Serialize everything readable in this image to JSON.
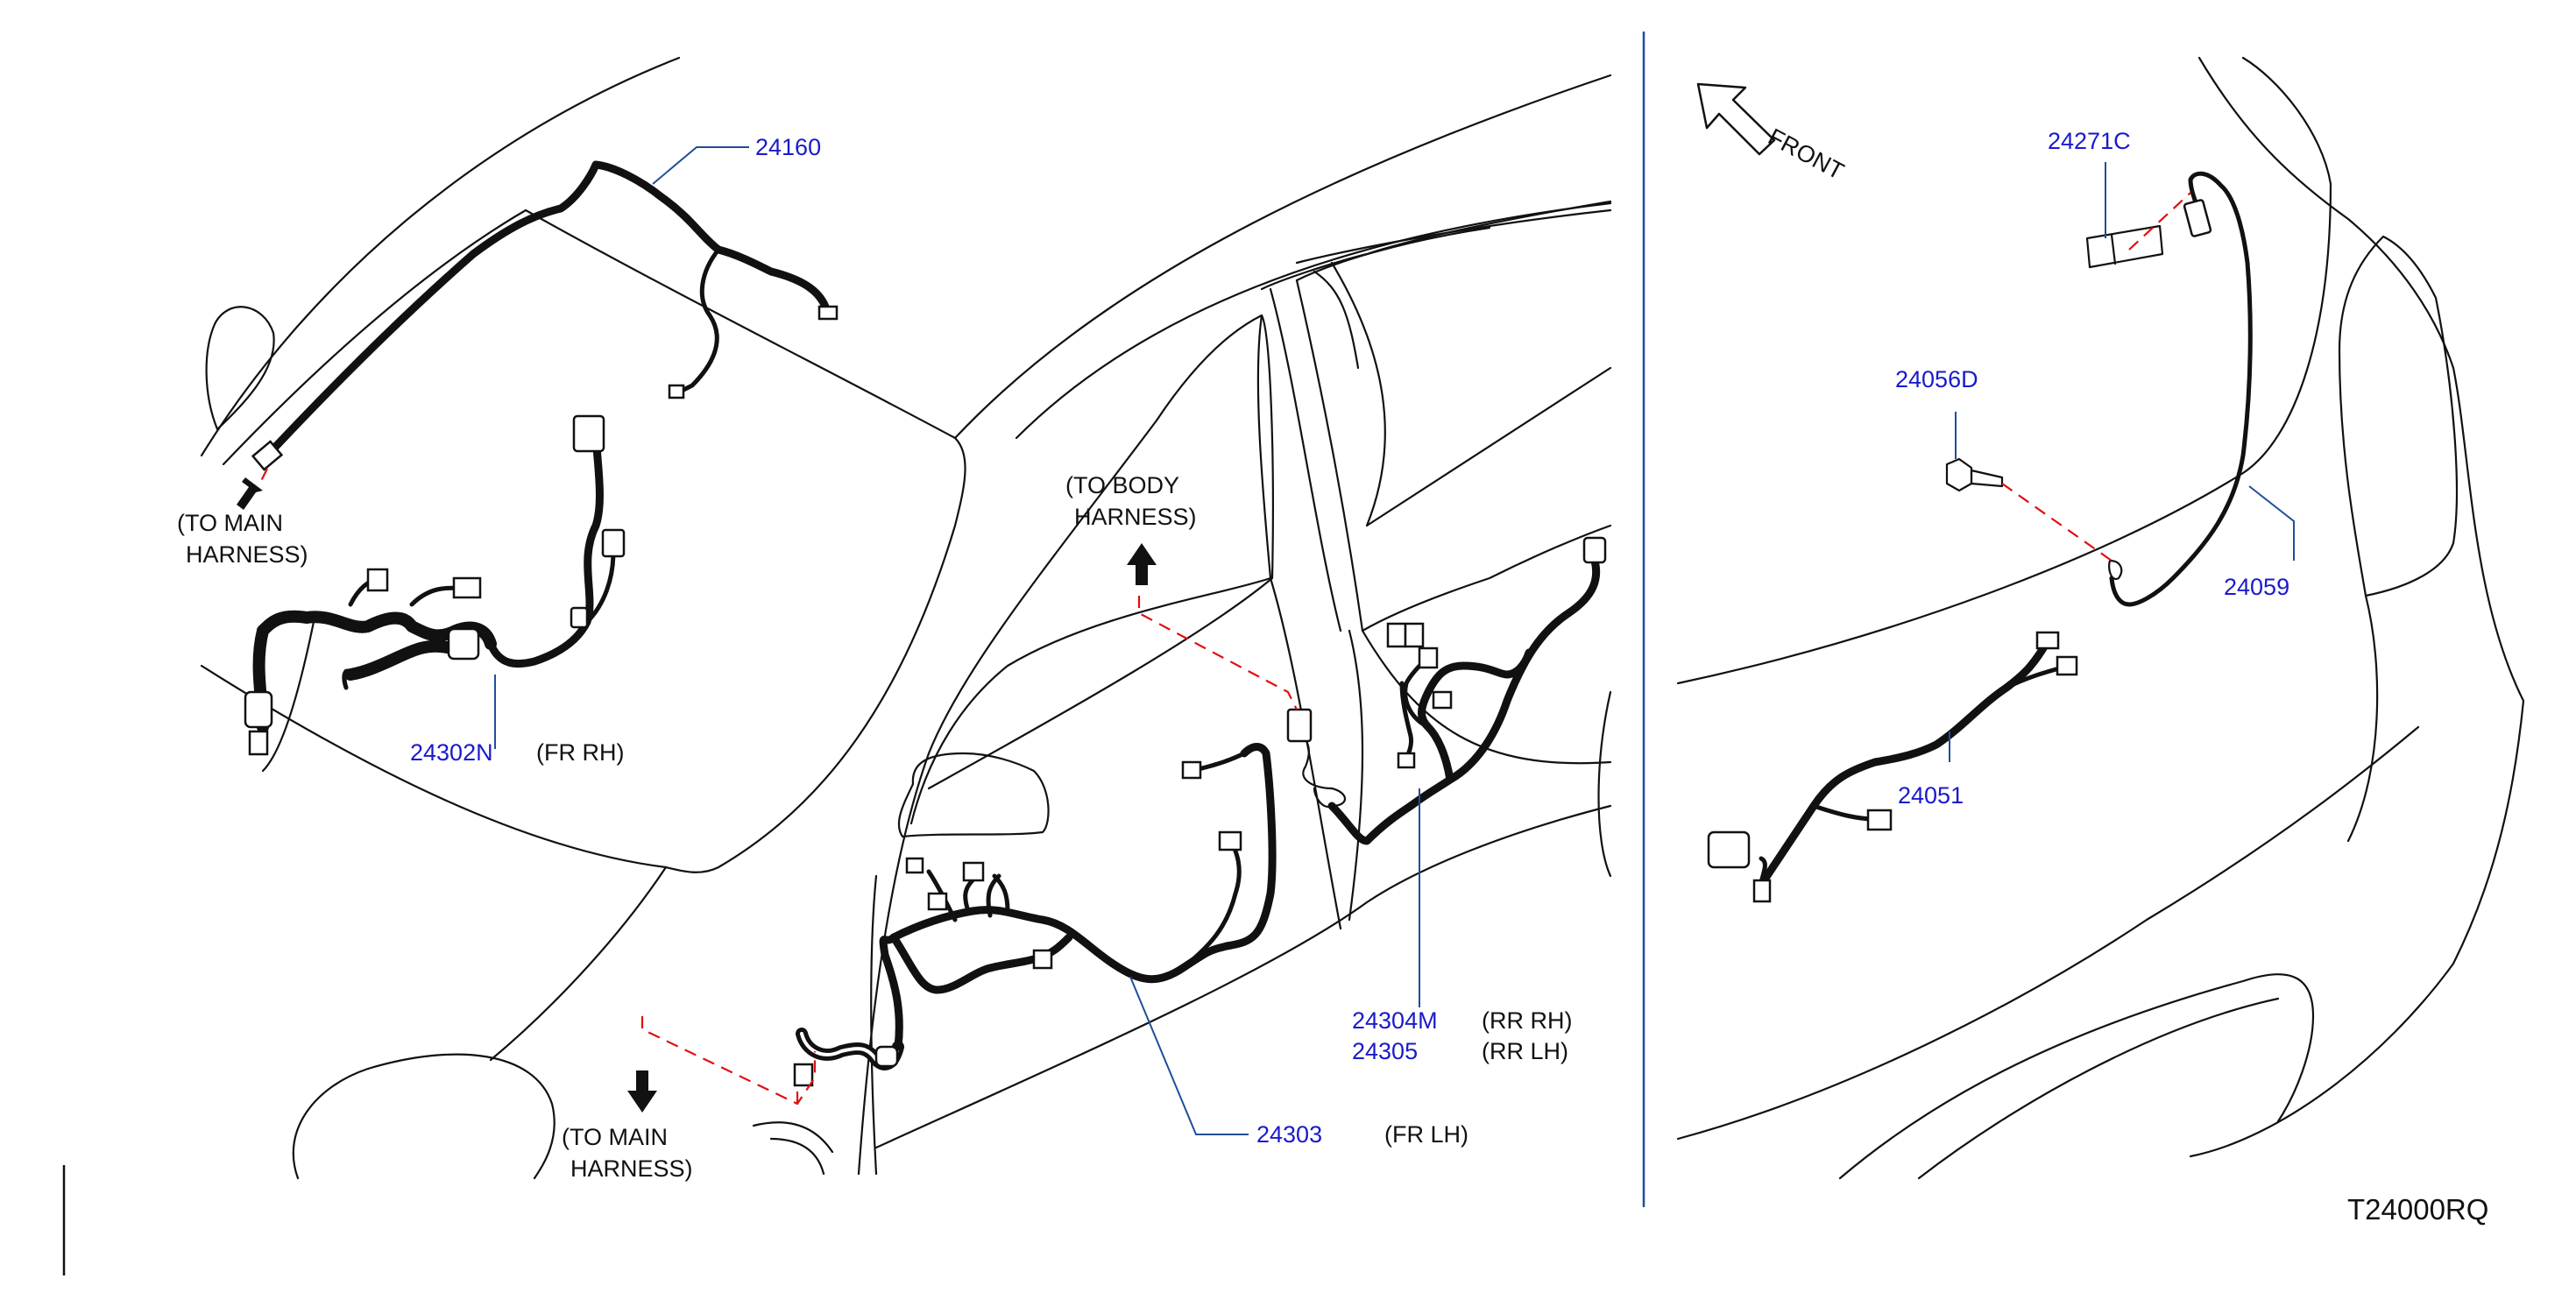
{
  "diagram": {
    "code": "T24000RQ",
    "front_label": "FRONT",
    "panels": {
      "left": {
        "callouts": [
          {
            "part": "24160",
            "qualifier": ""
          },
          {
            "part": "24302N",
            "qualifier": "(FR   RH)"
          }
        ],
        "notes": [
          {
            "lines": [
              "(TO   MAIN",
              "HARNESS)"
            ]
          }
        ]
      },
      "middle": {
        "callouts": [
          {
            "part": "24304M",
            "qualifier": "(RR   RH)"
          },
          {
            "part": "24305",
            "qualifier": "(RR   LH)"
          },
          {
            "part": "24303",
            "qualifier": "(FR   LH)"
          }
        ],
        "notes": [
          {
            "lines": [
              "(TO   BODY",
              "HARNESS)"
            ]
          },
          {
            "lines": [
              "(TO   MAIN",
              "HARNESS)"
            ]
          }
        ]
      },
      "right": {
        "callouts": [
          {
            "part": "24271C",
            "qualifier": ""
          },
          {
            "part": "24056D",
            "qualifier": ""
          },
          {
            "part": "24059",
            "qualifier": ""
          },
          {
            "part": "24051",
            "qualifier": ""
          }
        ]
      }
    },
    "colors": {
      "part_number": "#1a1acc",
      "leader_line": "#1f4e9a",
      "connection_dash": "#e01010",
      "outline": "#111111"
    }
  }
}
